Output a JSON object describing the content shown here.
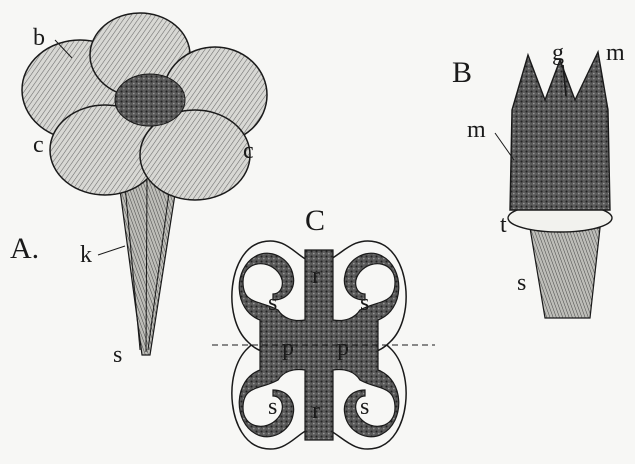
{
  "figure": {
    "panels": {
      "A": {
        "letter": "A.",
        "labels": {
          "b": "b",
          "c_left": "c",
          "c_right": "c",
          "k": "k",
          "s": "s"
        }
      },
      "B": {
        "letter": "B",
        "labels": {
          "g": "g",
          "m_top": "m",
          "m_left": "m",
          "t": "t",
          "s": "s"
        }
      },
      "C": {
        "letter": "C",
        "labels": {
          "r_top": "r",
          "r_bottom": "r",
          "s_tl": "s",
          "s_tr": "s",
          "s_bl": "s",
          "s_br": "s",
          "p_left": "p",
          "p_right": "p"
        }
      }
    },
    "colors": {
      "ink": "#1a1a1a",
      "paper": "#f7f7f5",
      "shade": "#8a8a8a",
      "dark": "#3a3a3a"
    }
  }
}
